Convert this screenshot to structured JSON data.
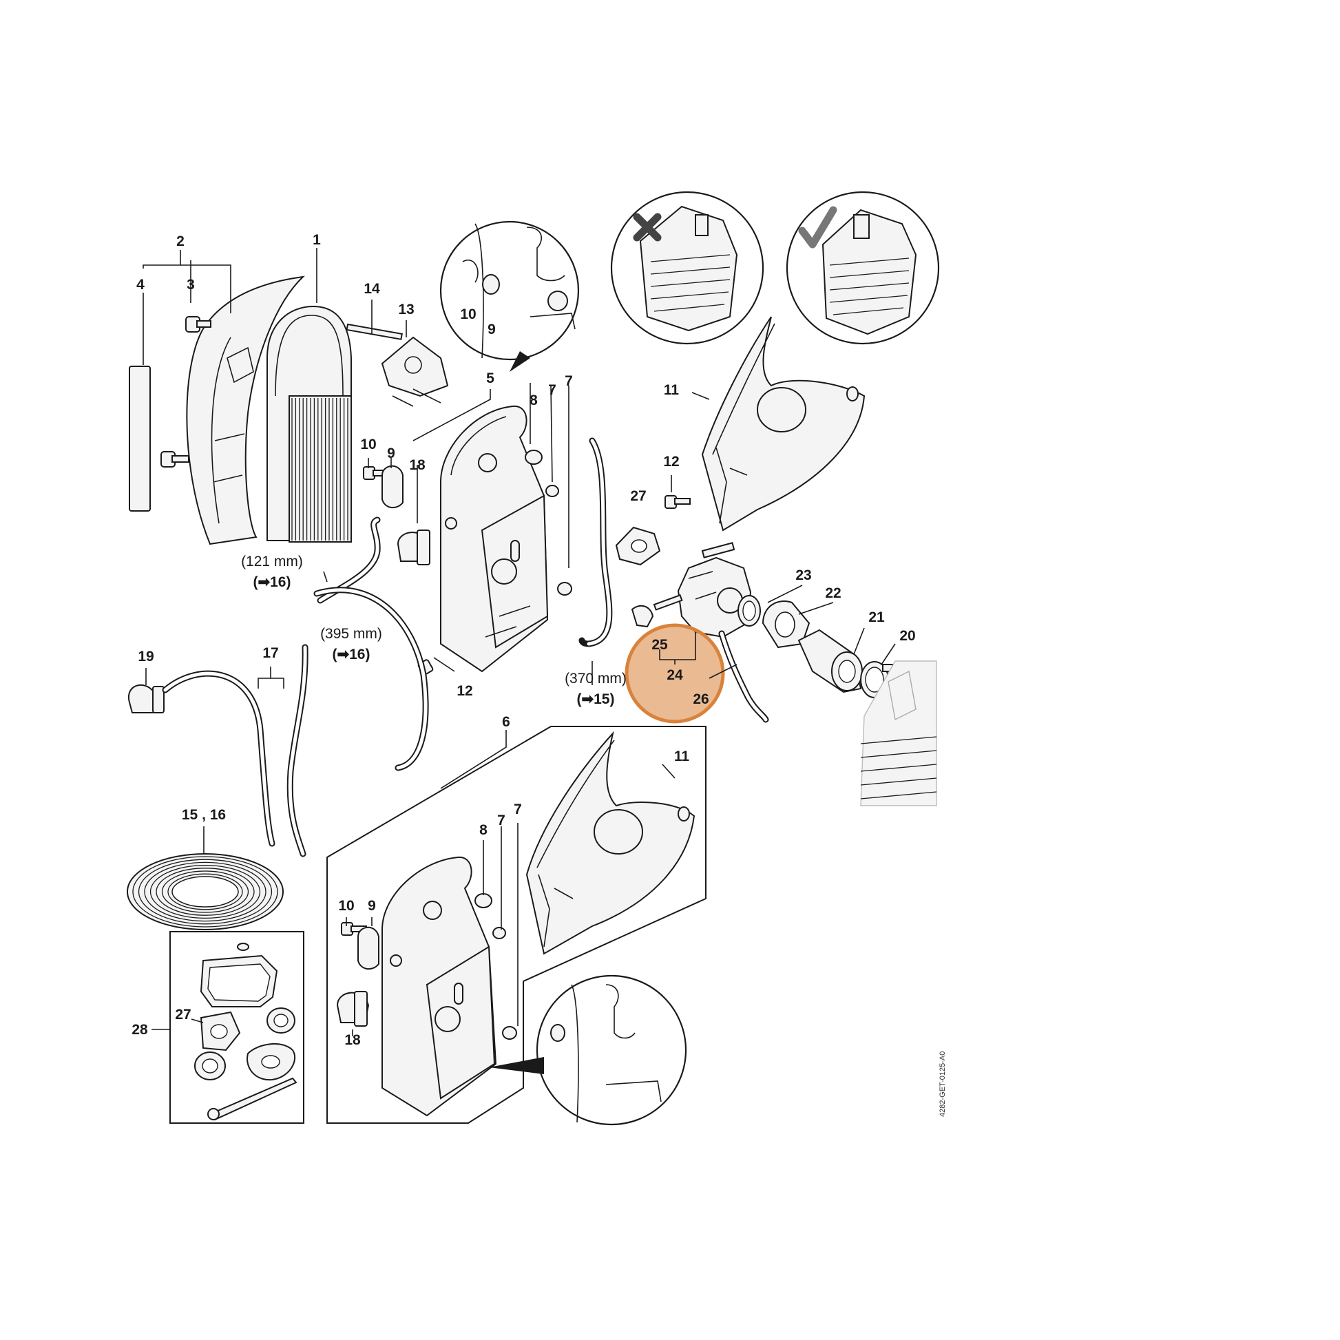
{
  "labels": {
    "p1": "1",
    "p2": "2",
    "p3": "3",
    "p4": "4",
    "p5": "5",
    "p6": "6",
    "p7a": "7",
    "p7b": "7",
    "p7c": "7",
    "p7d": "7",
    "p8a": "8",
    "p8b": "8",
    "p9a": "9",
    "p9b": "9",
    "p9c": "9",
    "p10a": "10",
    "p10b": "10",
    "p10c": "10",
    "p11a": "11",
    "p11b": "11",
    "p12a": "12",
    "p12b": "12",
    "p13": "13",
    "p14": "14",
    "p15_16": "15 , 16",
    "p17": "17",
    "p18a": "18",
    "p18b": "18",
    "p19": "19",
    "p20": "20",
    "p21": "21",
    "p22": "22",
    "p23": "23",
    "p24": "24",
    "p25": "25",
    "p26": "26",
    "p27a": "27",
    "p27b": "27",
    "p28": "28"
  },
  "dimensions": {
    "d121": "(121 mm)",
    "d121ref": "(➡16)",
    "d395": "(395 mm)",
    "d395ref": "(➡16)",
    "d370": "(370 mm)",
    "d370ref": "(➡15)"
  },
  "drawing_code": "4282-GET-0125-A0",
  "highlight": {
    "color": "#d9823b"
  },
  "icons": {
    "wrong": "cross-mark-icon",
    "right": "check-mark-icon"
  }
}
